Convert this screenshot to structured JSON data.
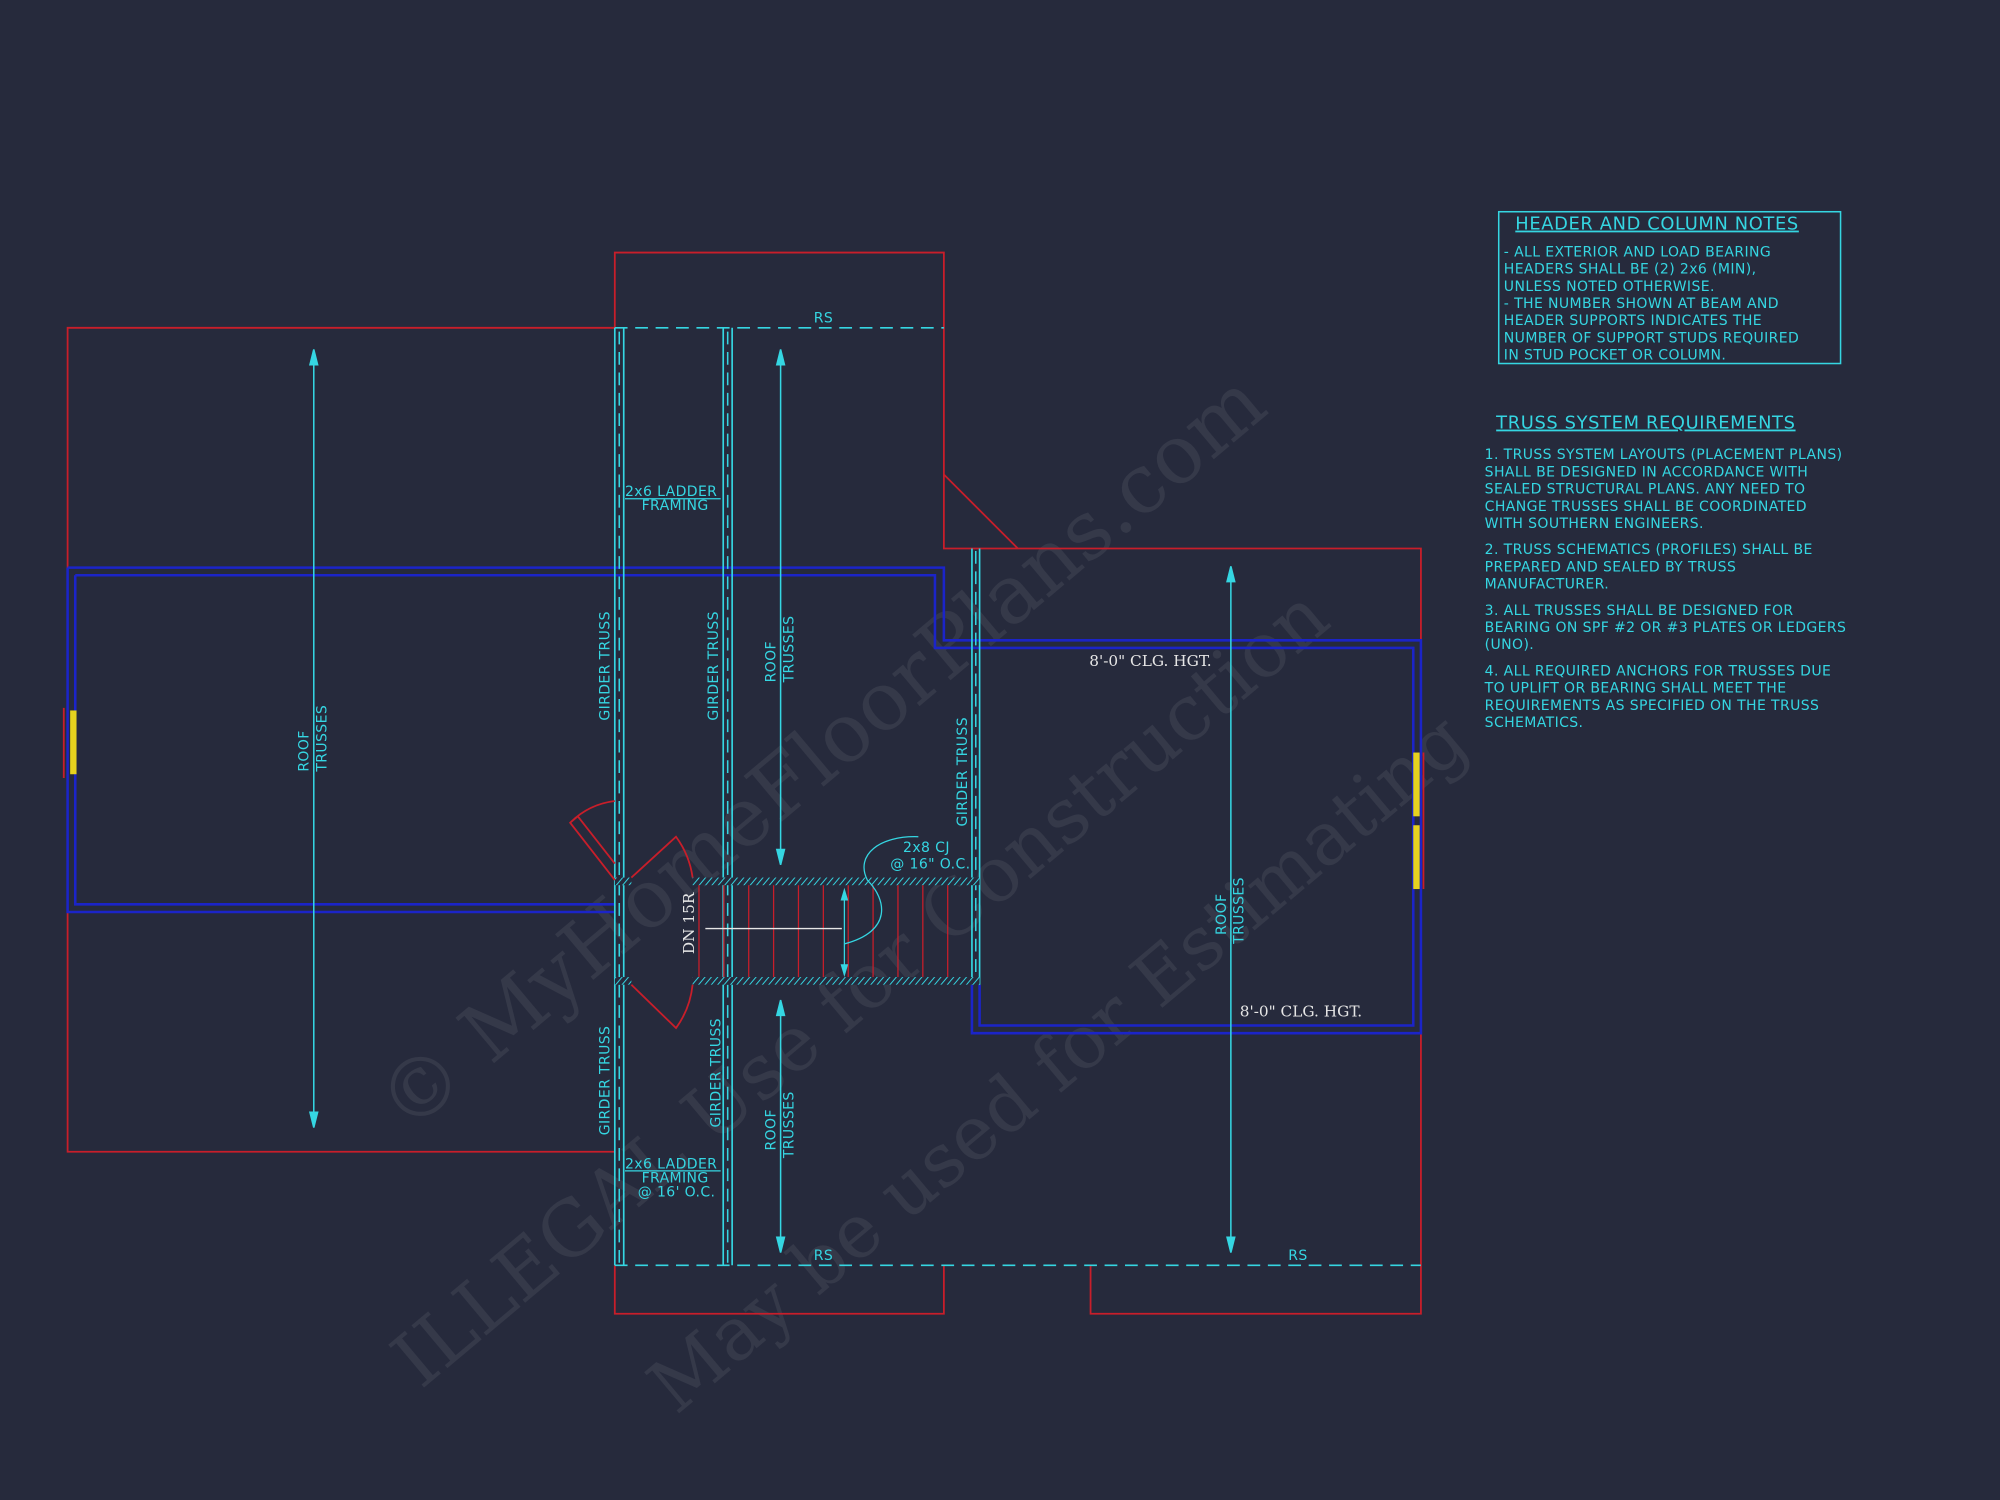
{
  "colors": {
    "background": "#262a3c",
    "exterior_outline": "#c81e2a",
    "walls": "#1b24c8",
    "framing": "#35d6e2",
    "windows": "#e6d21e"
  },
  "watermark": [
    "© MyHomeFloorPlans.com",
    "ILLEGAL Use for Construction",
    "May be used for Estimating"
  ],
  "header_notes": {
    "title": "HEADER AND COLUMN NOTES",
    "lines": [
      "- ALL EXTERIOR AND LOAD BEARING",
      "HEADERS SHALL BE (2) 2x6 (MIN),",
      "UNLESS NOTED OTHERWISE.",
      "- THE NUMBER SHOWN AT BEAM AND",
      "HEADER SUPPORTS INDICATES THE",
      "NUMBER OF SUPPORT STUDS REQUIRED",
      "IN STUD POCKET OR COLUMN."
    ]
  },
  "truss_requirements": {
    "title": "TRUSS SYSTEM REQUIREMENTS",
    "items": [
      [
        "1. TRUSS SYSTEM LAYOUTS (PLACEMENT PLANS)",
        "SHALL BE DESIGNED IN ACCORDANCE WITH",
        "SEALED STRUCTURAL PLANS. ANY NEED TO",
        "CHANGE TRUSSES SHALL BE COORDINATED",
        "WITH SOUTHERN ENGINEERS."
      ],
      [
        "2. TRUSS SCHEMATICS (PROFILES) SHALL BE",
        "PREPARED AND SEALED BY TRUSS",
        "MANUFACTURER."
      ],
      [
        "3. ALL TRUSSES SHALL BE DESIGNED FOR",
        "BEARING ON SPF #2 OR #3 PLATES OR LEDGERS",
        "(UNO)."
      ],
      [
        "4. ALL REQUIRED ANCHORS FOR TRUSSES DUE",
        "TO UPLIFT OR BEARING SHALL MEET THE",
        "REQUIREMENTS AS SPECIFIED ON THE TRUSS",
        "SCHEMATICS."
      ]
    ]
  },
  "labels": {
    "rs": "RS",
    "roof": "ROOF",
    "trusses": "TRUSSES",
    "girder_truss": "GIRDER TRUSS",
    "ladder_1": "2x6 LADDER",
    "ladder_2": "FRAMING",
    "ladder_3": "@ 16' O.C.",
    "cj_1": "2x8 CJ",
    "cj_2": "@ 16\" O.C.",
    "stair": "DN 15R",
    "clg_hgt": "8'-0\" CLG. HGT."
  }
}
